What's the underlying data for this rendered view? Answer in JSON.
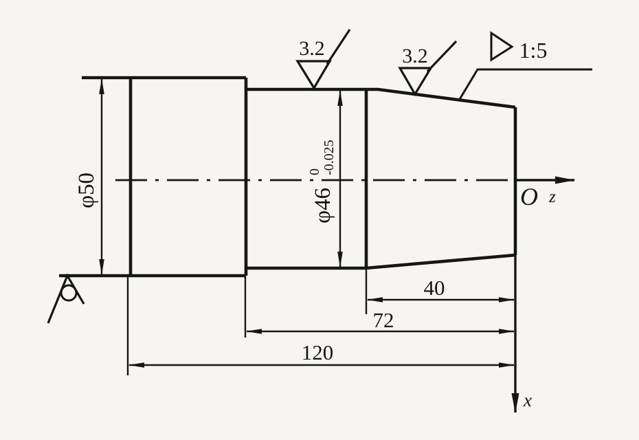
{
  "drawing": {
    "background": "#f7f5f1",
    "line_color": "#161616",
    "dimensions": {
      "diameter_left": "φ50",
      "diameter_mid": "φ46",
      "diameter_mid_tol_upper": "0",
      "diameter_mid_tol_lower": "-0.025",
      "taper_length": "40",
      "mid_plus_taper_length": "72",
      "total_length": "120"
    },
    "surface_roughness": {
      "mid_value": "3.2",
      "taper_value": "3.2"
    },
    "taper_ratio": "1:5",
    "axes": {
      "origin_label": "O",
      "horizontal_axis": "z",
      "vertical_axis": "x"
    }
  }
}
